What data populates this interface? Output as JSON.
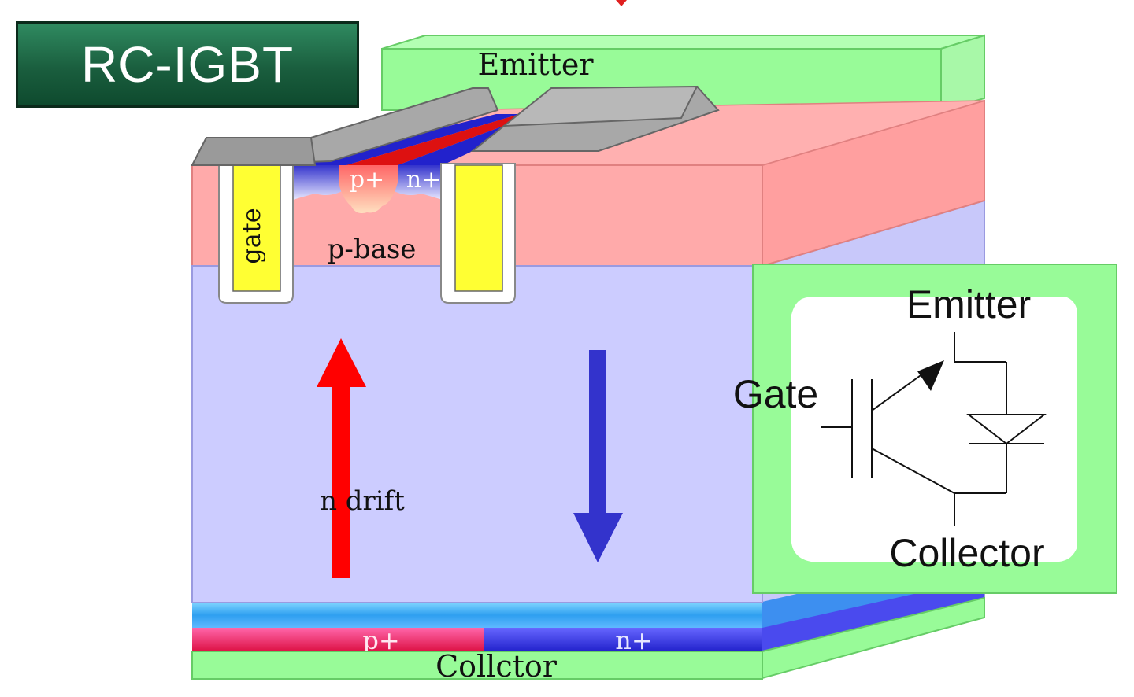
{
  "title": "RC-IGBT",
  "layers": {
    "emitter_top": "Emitter",
    "p_plus_region": "p+",
    "n_plus_region": "n+",
    "gate": "gate",
    "p_base": "p-base",
    "n_drift": "n drift",
    "collector_p_plus": "p+",
    "collector_n_plus": "n+",
    "collector_bottom": "Collctor"
  },
  "symbol": {
    "emitter": "Emitter",
    "gate": "Gate",
    "collector": "Collector"
  },
  "colors": {
    "metal_contact": "#98fb98",
    "p_base": "#ffaaaa",
    "n_drift": "#ccccff",
    "gate_poly": "#ffff33",
    "hole_current_arrow": "#ff0000",
    "electron_current_arrow": "#3333cc",
    "badge": "#1a5e3e"
  }
}
